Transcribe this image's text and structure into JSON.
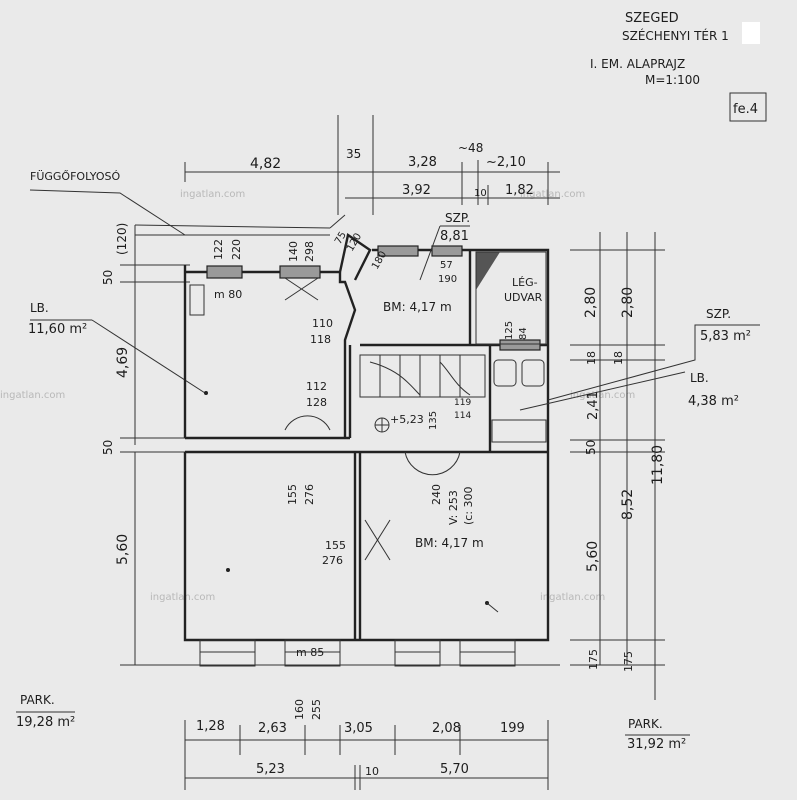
{
  "header": {
    "city": "SZEGED",
    "address": "SZÉCHENYI TÉR 1",
    "sheet_title": "I. EM. ALAPRAJZ",
    "scale": "M=1:100",
    "sheet_code": "fe.4"
  },
  "watermark": "ingatlan.com",
  "rooms": {
    "fuggofolyoso": "FÜGGŐFOLYOSÓ",
    "lb_left_label": "LB.",
    "lb_left_area": "11,60 m²",
    "szp_top_label": "SZP.",
    "szp_top_area": "8,81",
    "bm_upper": "BM: 4,17 m",
    "legudvar_1": "LÉG-",
    "legudvar_2": "UDVAR",
    "szp_right_label": "SZP.",
    "szp_right_area": "5,83 m²",
    "lb_right_label": "LB.",
    "lb_right_area": "4,38 m²",
    "bm_lower": "BM: 4,17 m",
    "park_left_label": "PARK.",
    "park_left_area": "19,28 m²",
    "park_right_label": "PARK.",
    "park_right_area": "31,92 m²"
  },
  "dims_top": {
    "d482": "4,82",
    "d35": "35",
    "d328": "3,28",
    "d48": "~48",
    "d210": "~2,10",
    "d392": "3,92",
    "d10": "10",
    "d182": "1,82"
  },
  "dims_left": {
    "d120": "(120)",
    "d50a": "50",
    "d469": "4,69",
    "d50b": "50",
    "d560": "5,60"
  },
  "dims_right": {
    "d280a": "2,80",
    "d280b": "2,80",
    "d18a": "18",
    "d18b": "18",
    "d241": "2,41",
    "d50": "50",
    "d1180": "11,80",
    "d852": "8,52",
    "d560": "5,60",
    "d175a": "175",
    "d175b": "175"
  },
  "dims_bottom": {
    "d128": "1,28",
    "d263": "2,63",
    "d305": "3,05",
    "d208": "2,08",
    "d199": "199",
    "d160": "160",
    "d255": "255",
    "d523": "5,23",
    "d10": "10",
    "d570": "5,70"
  },
  "openings": {
    "o122": "122",
    "o220": "220",
    "o140": "140",
    "o298": "298",
    "o75": "75",
    "o120": "120",
    "o180": "180",
    "om80": "m 80",
    "o57": "57",
    "o190": "190",
    "o110": "110",
    "o118": "118",
    "o125": "125",
    "o84": "84",
    "o112": "112",
    "o128": "128",
    "o523": "+5,23",
    "o135": "135",
    "o119": "119",
    "o114": "114",
    "o155a": "155",
    "o276a": "276",
    "o240": "240",
    "o253": "V: 253",
    "o300": "(c: 300",
    "o155b": "155",
    "o276b": "276",
    "om85": "m 85"
  }
}
